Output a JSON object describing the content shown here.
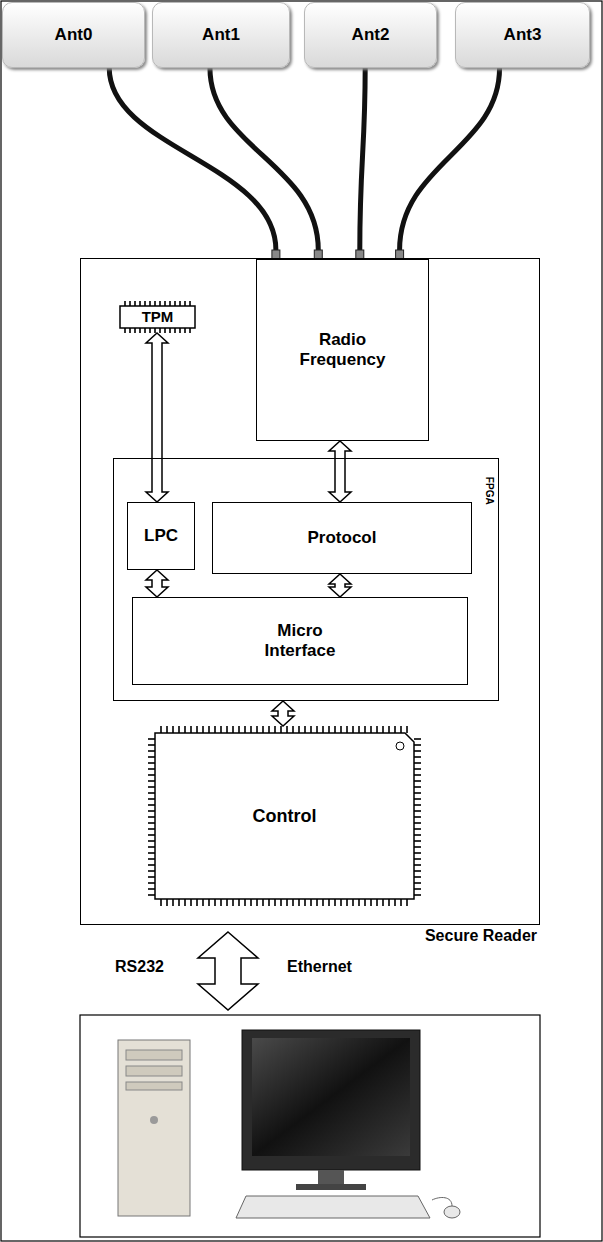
{
  "diagram": {
    "nodes": [
      {
        "text": [
          "Ant0"
        ]
      },
      {
        "text": [
          "Ant1"
        ]
      },
      {
        "text": [
          "Ant2"
        ]
      },
      {
        "text": [
          "Ant3"
        ]
      },
      {
        "text": [
          "Secure Reader"
        ]
      },
      {
        "text": [
          "Radio Frequency"
        ],
        "in": 4
      },
      {
        "text": [
          "FPGA"
        ],
        "in": 4
      },
      {
        "text": [
          "LPC"
        ],
        "in": 6
      },
      {
        "text": [
          "Protocol"
        ],
        "in": 6
      },
      {
        "text": [
          "Micro Interface"
        ],
        "in": 6
      },
      {
        "text": [
          "Control"
        ],
        "in": 4
      },
      {
        "text": [
          "TPM"
        ],
        "in": 4
      }
    ],
    "edges": [
      {
        "from": 0,
        "to": 5,
        "arrow": "none"
      },
      {
        "from": 1,
        "to": 5,
        "arrow": "none"
      },
      {
        "from": 2,
        "to": 5,
        "arrow": "none"
      },
      {
        "from": 3,
        "to": 5,
        "arrow": "none"
      },
      {
        "from": 5,
        "to": 8,
        "arrow": "both"
      },
      {
        "from": 11,
        "to": 7,
        "arrow": "both"
      },
      {
        "from": 7,
        "to": 9,
        "arrow": "both"
      },
      {
        "from": 8,
        "to": 9,
        "arrow": "both"
      },
      {
        "from": 6,
        "to": 10,
        "arrow": "both"
      }
    ],
    "labels": [
      "RS232",
      "Ethernet"
    ]
  }
}
